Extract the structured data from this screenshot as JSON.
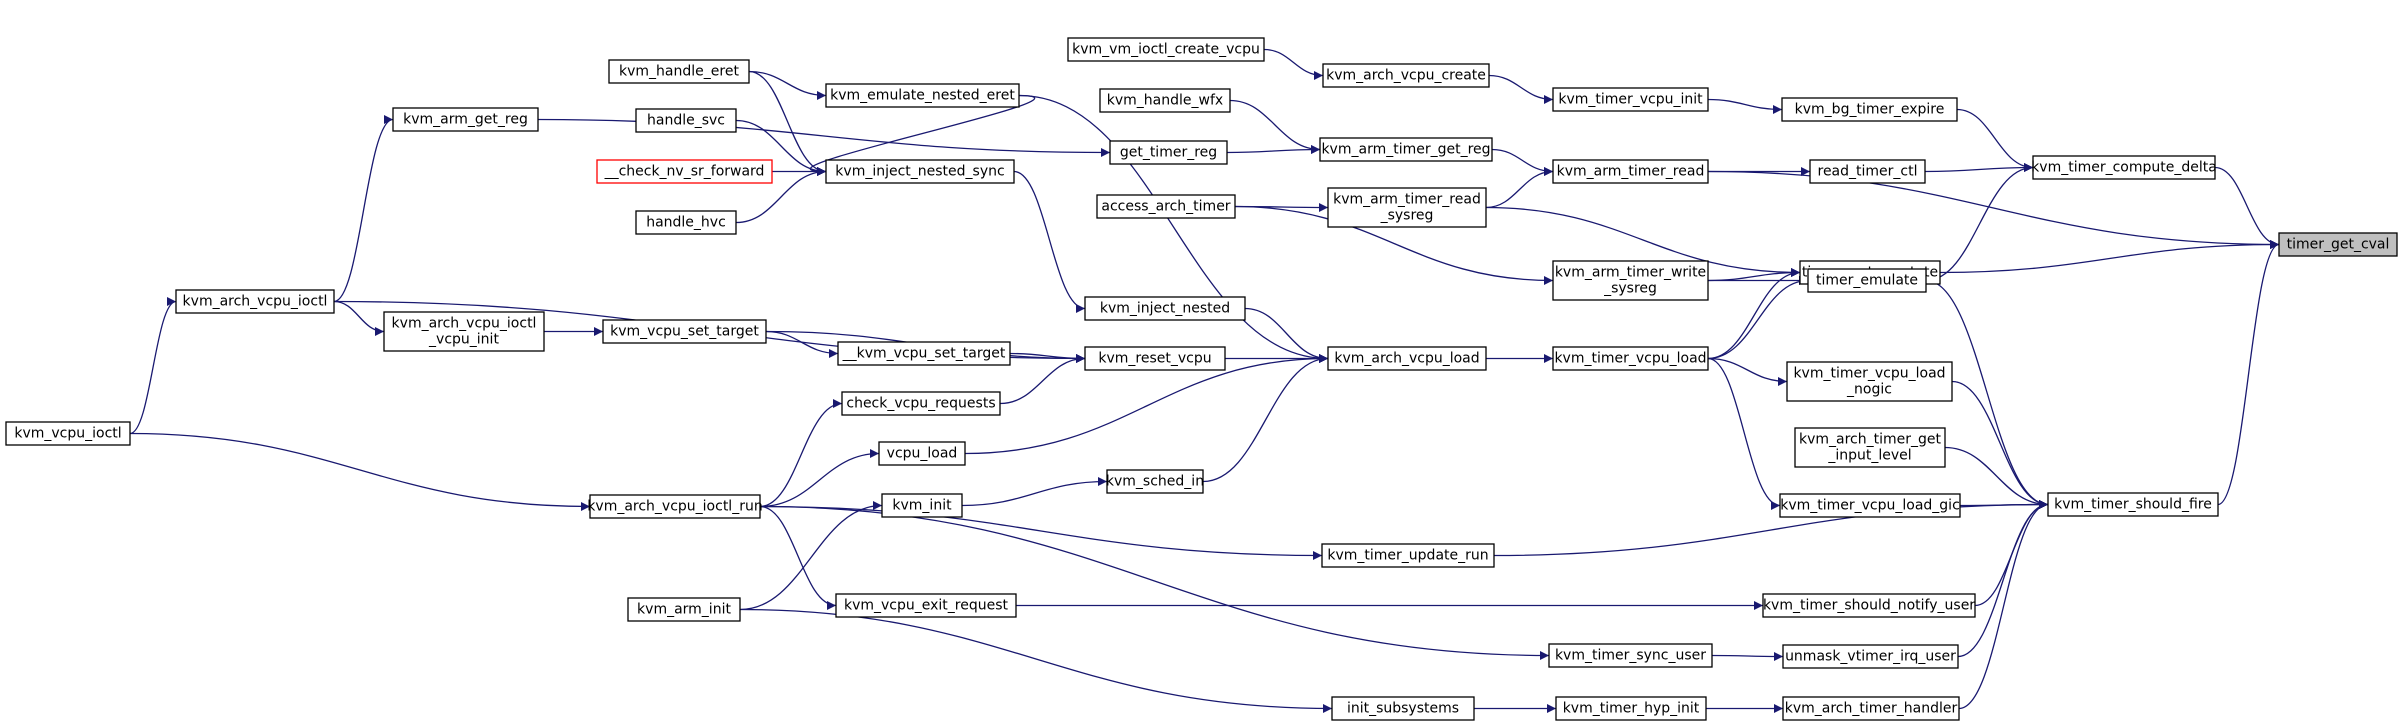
{
  "diagram": {
    "nodes": [
      {
        "id": "timer_get_cval",
        "lines": [
          "timer_get_cval"
        ],
        "focus": true
      },
      {
        "id": "kvm_timer_compute_delta",
        "lines": [
          "kvm_timer_compute_delta"
        ]
      },
      {
        "id": "kvm_bg_timer_expire",
        "lines": [
          "kvm_bg_timer_expire"
        ]
      },
      {
        "id": "read_timer_ctl",
        "lines": [
          "read_timer_ctl"
        ]
      },
      {
        "id": "kvm_timer_vcpu_init",
        "lines": [
          "kvm_timer_vcpu_init"
        ]
      },
      {
        "id": "kvm_arch_vcpu_create",
        "lines": [
          "kvm_arch_vcpu_create"
        ]
      },
      {
        "id": "kvm_vm_ioctl_create_vcpu",
        "lines": [
          "kvm_vm_ioctl_create_vcpu"
        ]
      },
      {
        "id": "kvm_arm_timer_read",
        "lines": [
          "kvm_arm_timer_read"
        ]
      },
      {
        "id": "kvm_arm_timer_get_reg",
        "lines": [
          "kvm_arm_timer_get_reg"
        ]
      },
      {
        "id": "kvm_handle_wfx",
        "lines": [
          "kvm_handle_wfx"
        ]
      },
      {
        "id": "get_timer_reg",
        "lines": [
          "get_timer_reg"
        ]
      },
      {
        "id": "kvm_arm_get_reg",
        "lines": [
          "kvm_arm_get_reg"
        ]
      },
      {
        "id": "kvm_arch_vcpu_ioctl",
        "lines": [
          "kvm_arch_vcpu_ioctl"
        ]
      },
      {
        "id": "kvm_vcpu_ioctl",
        "lines": [
          "kvm_vcpu_ioctl"
        ]
      },
      {
        "id": "kvm_arm_timer_read_sysreg",
        "lines": [
          "kvm_arm_timer_read",
          "_sysreg"
        ]
      },
      {
        "id": "access_arch_timer",
        "lines": [
          "access_arch_timer"
        ]
      },
      {
        "id": "timer_restore_state",
        "lines": [
          "timer_restore_state"
        ]
      },
      {
        "id": "kvm_arm_timer_write_sysreg",
        "lines": [
          "kvm_arm_timer_write",
          "_sysreg"
        ]
      },
      {
        "id": "timer_emulate",
        "lines": [
          "timer_emulate"
        ]
      },
      {
        "id": "kvm_timer_vcpu_load",
        "lines": [
          "kvm_timer_vcpu_load"
        ]
      },
      {
        "id": "kvm_arch_vcpu_load",
        "lines": [
          "kvm_arch_vcpu_load"
        ]
      },
      {
        "id": "kvm_emulate_nested_eret",
        "lines": [
          "kvm_emulate_nested_eret"
        ]
      },
      {
        "id": "kvm_handle_eret",
        "lines": [
          "kvm_handle_eret"
        ]
      },
      {
        "id": "kvm_inject_nested",
        "lines": [
          "kvm_inject_nested"
        ]
      },
      {
        "id": "kvm_inject_nested_sync",
        "lines": [
          "kvm_inject_nested_sync"
        ]
      },
      {
        "id": "handle_svc",
        "lines": [
          "handle_svc"
        ]
      },
      {
        "id": "__check_nv_sr_forward",
        "lines": [
          "__check_nv_sr_forward"
        ],
        "highlight": true
      },
      {
        "id": "handle_hvc",
        "lines": [
          "handle_hvc"
        ]
      },
      {
        "id": "kvm_reset_vcpu",
        "lines": [
          "kvm_reset_vcpu"
        ]
      },
      {
        "id": "kvm_vcpu_set_target",
        "lines": [
          "kvm_vcpu_set_target"
        ]
      },
      {
        "id": "kvm_arch_vcpu_ioctl_vcpu_init",
        "lines": [
          "kvm_arch_vcpu_ioctl",
          "_vcpu_init"
        ]
      },
      {
        "id": "__kvm_vcpu_set_target",
        "lines": [
          "__kvm_vcpu_set_target"
        ]
      },
      {
        "id": "check_vcpu_requests",
        "lines": [
          "check_vcpu_requests"
        ]
      },
      {
        "id": "kvm_arch_vcpu_ioctl_run",
        "lines": [
          "kvm_arch_vcpu_ioctl_run"
        ]
      },
      {
        "id": "vcpu_load",
        "lines": [
          "vcpu_load"
        ]
      },
      {
        "id": "kvm_sched_in",
        "lines": [
          "kvm_sched_in"
        ]
      },
      {
        "id": "kvm_init",
        "lines": [
          "kvm_init"
        ]
      },
      {
        "id": "kvm_arm_init",
        "lines": [
          "kvm_arm_init"
        ]
      },
      {
        "id": "kvm_timer_should_fire",
        "lines": [
          "kvm_timer_should_fire"
        ]
      },
      {
        "id": "kvm_timer_vcpu_load_nogic",
        "lines": [
          "kvm_timer_vcpu_load",
          "_nogic"
        ]
      },
      {
        "id": "kvm_arch_timer_get_input_level",
        "lines": [
          "kvm_arch_timer_get",
          "_input_level"
        ]
      },
      {
        "id": "kvm_timer_vcpu_load_gic",
        "lines": [
          "kvm_timer_vcpu_load_gic"
        ]
      },
      {
        "id": "kvm_timer_update_run",
        "lines": [
          "kvm_timer_update_run"
        ]
      },
      {
        "id": "kvm_timer_should_notify_user",
        "lines": [
          "kvm_timer_should_notify_user"
        ]
      },
      {
        "id": "kvm_vcpu_exit_request",
        "lines": [
          "kvm_vcpu_exit_request"
        ]
      },
      {
        "id": "unmask_vtimer_irq_user",
        "lines": [
          "unmask_vtimer_irq_user"
        ]
      },
      {
        "id": "kvm_timer_sync_user",
        "lines": [
          "kvm_timer_sync_user"
        ]
      },
      {
        "id": "kvm_arch_timer_handler",
        "lines": [
          "kvm_arch_timer_handler"
        ]
      },
      {
        "id": "kvm_timer_hyp_init",
        "lines": [
          "kvm_timer_hyp_init"
        ]
      },
      {
        "id": "init_subsystems",
        "lines": [
          "init_subsystems"
        ]
      }
    ],
    "edges": [
      {
        "from": "kvm_timer_compute_delta",
        "to": "timer_get_cval"
      },
      {
        "from": "kvm_arm_timer_read",
        "to": "timer_get_cval"
      },
      {
        "from": "timer_restore_state",
        "to": "timer_get_cval"
      },
      {
        "from": "kvm_timer_should_fire",
        "to": "timer_get_cval"
      },
      {
        "from": "kvm_bg_timer_expire",
        "to": "kvm_timer_compute_delta"
      },
      {
        "from": "read_timer_ctl",
        "to": "kvm_timer_compute_delta"
      },
      {
        "from": "timer_emulate",
        "to": "kvm_timer_compute_delta"
      },
      {
        "from": "kvm_timer_vcpu_init",
        "to": "kvm_bg_timer_expire"
      },
      {
        "from": "kvm_arch_vcpu_create",
        "to": "kvm_timer_vcpu_init"
      },
      {
        "from": "kvm_vm_ioctl_create_vcpu",
        "to": "kvm_arch_vcpu_create"
      },
      {
        "from": "kvm_arm_timer_read",
        "to": "read_timer_ctl"
      },
      {
        "from": "kvm_arm_timer_get_reg",
        "to": "kvm_arm_timer_read"
      },
      {
        "from": "kvm_arm_timer_read_sysreg",
        "to": "kvm_arm_timer_read"
      },
      {
        "from": "kvm_handle_wfx",
        "to": "kvm_arm_timer_get_reg"
      },
      {
        "from": "get_timer_reg",
        "to": "kvm_arm_timer_get_reg"
      },
      {
        "from": "kvm_arm_get_reg",
        "to": "get_timer_reg"
      },
      {
        "from": "kvm_arch_vcpu_ioctl",
        "to": "kvm_arm_get_reg"
      },
      {
        "from": "kvm_vcpu_ioctl",
        "to": "kvm_arch_vcpu_ioctl"
      },
      {
        "from": "access_arch_timer",
        "to": "kvm_arm_timer_read_sysreg"
      },
      {
        "from": "access_arch_timer",
        "to": "kvm_arm_timer_write_sysreg"
      },
      {
        "from": "kvm_arm_timer_read_sysreg",
        "to": "timer_restore_state"
      },
      {
        "from": "kvm_arm_timer_write_sysreg",
        "to": "timer_restore_state"
      },
      {
        "from": "kvm_timer_vcpu_load",
        "to": "timer_restore_state"
      },
      {
        "from": "kvm_arm_timer_write_sysreg",
        "to": "timer_emulate"
      },
      {
        "from": "kvm_timer_vcpu_load",
        "to": "timer_emulate"
      },
      {
        "from": "timer_emulate",
        "to": "kvm_timer_should_fire"
      },
      {
        "from": "kvm_arch_vcpu_load",
        "to": "kvm_timer_vcpu_load"
      },
      {
        "from": "kvm_emulate_nested_eret",
        "to": "kvm_arch_vcpu_load"
      },
      {
        "from": "kvm_inject_nested",
        "to": "kvm_arch_vcpu_load"
      },
      {
        "from": "kvm_reset_vcpu",
        "to": "kvm_arch_vcpu_load"
      },
      {
        "from": "vcpu_load",
        "to": "kvm_arch_vcpu_load"
      },
      {
        "from": "kvm_sched_in",
        "to": "kvm_arch_vcpu_load"
      },
      {
        "from": "kvm_handle_eret",
        "to": "kvm_emulate_nested_eret"
      },
      {
        "from": "kvm_handle_eret",
        "to": "kvm_inject_nested_sync"
      },
      {
        "from": "kvm_emulate_nested_eret",
        "to": "kvm_inject_nested_sync"
      },
      {
        "from": "handle_svc",
        "to": "kvm_inject_nested_sync"
      },
      {
        "from": "__check_nv_sr_forward",
        "to": "kvm_inject_nested_sync"
      },
      {
        "from": "handle_hvc",
        "to": "kvm_inject_nested_sync"
      },
      {
        "from": "kvm_inject_nested_sync",
        "to": "kvm_inject_nested"
      },
      {
        "from": "kvm_arch_vcpu_ioctl",
        "to": "kvm_reset_vcpu"
      },
      {
        "from": "kvm_vcpu_set_target",
        "to": "kvm_reset_vcpu"
      },
      {
        "from": "__kvm_vcpu_set_target",
        "to": "kvm_reset_vcpu"
      },
      {
        "from": "check_vcpu_requests",
        "to": "kvm_reset_vcpu"
      },
      {
        "from": "kvm_arch_vcpu_ioctl",
        "to": "kvm_arch_vcpu_ioctl_vcpu_init"
      },
      {
        "from": "kvm_arch_vcpu_ioctl_vcpu_init",
        "to": "kvm_vcpu_set_target"
      },
      {
        "from": "kvm_vcpu_set_target",
        "to": "__kvm_vcpu_set_target"
      },
      {
        "from": "kvm_arch_vcpu_ioctl_run",
        "to": "check_vcpu_requests"
      },
      {
        "from": "kvm_arch_vcpu_ioctl_run",
        "to": "vcpu_load"
      },
      {
        "from": "kvm_init",
        "to": "kvm_sched_in"
      },
      {
        "from": "kvm_arm_init",
        "to": "kvm_init"
      },
      {
        "from": "kvm_vcpu_ioctl",
        "to": "kvm_arch_vcpu_ioctl_run"
      },
      {
        "from": "kvm_arch_vcpu_ioctl_run",
        "to": "kvm_timer_update_run"
      },
      {
        "from": "kvm_arch_vcpu_ioctl_run",
        "to": "kvm_vcpu_exit_request"
      },
      {
        "from": "kvm_arch_vcpu_ioctl_run",
        "to": "kvm_timer_sync_user"
      },
      {
        "from": "kvm_timer_vcpu_load",
        "to": "kvm_timer_vcpu_load_nogic"
      },
      {
        "from": "kvm_timer_vcpu_load",
        "to": "kvm_timer_vcpu_load_gic"
      },
      {
        "from": "kvm_timer_vcpu_load_nogic",
        "to": "kvm_timer_should_fire"
      },
      {
        "from": "kvm_arch_timer_get_input_level",
        "to": "kvm_timer_should_fire"
      },
      {
        "from": "kvm_timer_vcpu_load_gic",
        "to": "kvm_timer_should_fire"
      },
      {
        "from": "kvm_timer_update_run",
        "to": "kvm_timer_should_fire"
      },
      {
        "from": "kvm_timer_should_notify_user",
        "to": "kvm_timer_should_fire"
      },
      {
        "from": "unmask_vtimer_irq_user",
        "to": "kvm_timer_should_fire"
      },
      {
        "from": "kvm_arch_timer_handler",
        "to": "kvm_timer_should_fire"
      },
      {
        "from": "kvm_vcpu_exit_request",
        "to": "kvm_timer_should_notify_user"
      },
      {
        "from": "kvm_timer_sync_user",
        "to": "unmask_vtimer_irq_user"
      },
      {
        "from": "kvm_timer_hyp_init",
        "to": "kvm_arch_timer_handler"
      },
      {
        "from": "init_subsystems",
        "to": "kvm_timer_hyp_init"
      },
      {
        "from": "kvm_arm_init",
        "to": "init_subsystems"
      }
    ],
    "colors": {
      "edge": "#191970",
      "node_border": "#000000",
      "node_fill": "#ffffff",
      "focus_fill": "#bfbfbf",
      "highlight_border": "#ff0000"
    }
  }
}
